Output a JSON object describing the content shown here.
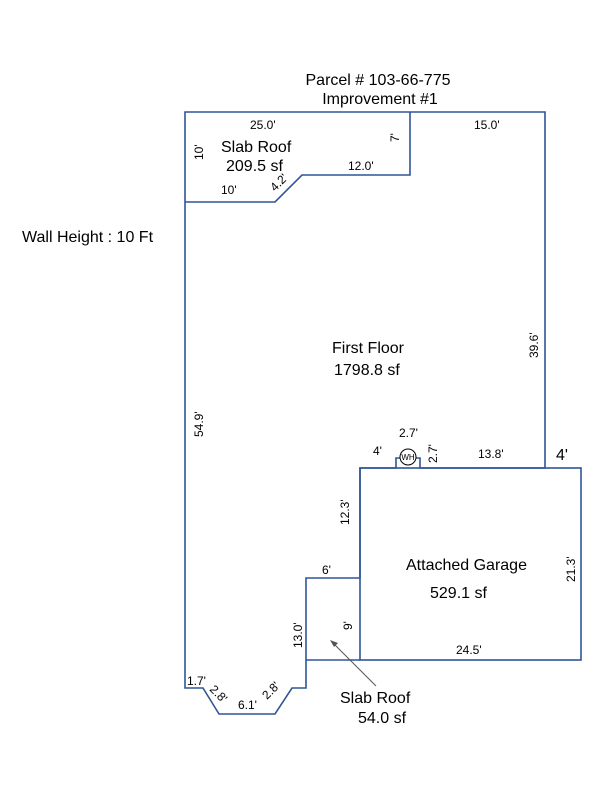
{
  "header": {
    "parcel": "Parcel # 103-66-775",
    "improvement": "Improvement #1"
  },
  "wall_height": "Wall Height : 10 Ft",
  "colors": {
    "wall": "#2f5597",
    "text": "#000000"
  },
  "areas": {
    "slab_roof_top": {
      "label": "Slab Roof",
      "area": "209.5 sf"
    },
    "first_floor": {
      "label": "First Floor",
      "area": "1798.8 sf"
    },
    "garage": {
      "label": "Attached Garage",
      "area": "529.1 sf"
    },
    "slab_roof_bottom": {
      "label": "Slab Roof",
      "area": "54.0 sf"
    }
  },
  "dimensions": {
    "top_25": "25.0'",
    "top_15": "15.0'",
    "slab_left_10": "10'",
    "slab_7": "7'",
    "slab_12": "12.0'",
    "slab_diag": "4.2'",
    "slab_bottom_10": "10'",
    "right_39": "39.6'",
    "left_54": "54.9'",
    "wh_top": "2.7'",
    "wh_side": "2.7'",
    "notch_4": "4'",
    "right_13": "13.8'",
    "garage_4": "4'",
    "wall_12": "12.3'",
    "garage_21": "21.3'",
    "step_6": "6'",
    "slab_9": "9'",
    "wall_13": "13.0'",
    "garage_24": "24.5'",
    "bay_17": "1.7'",
    "bay_28a": "2.8'",
    "bay_61": "6.1'",
    "bay_28b": "2.8'"
  },
  "symbols": {
    "water_heater": "WH"
  }
}
